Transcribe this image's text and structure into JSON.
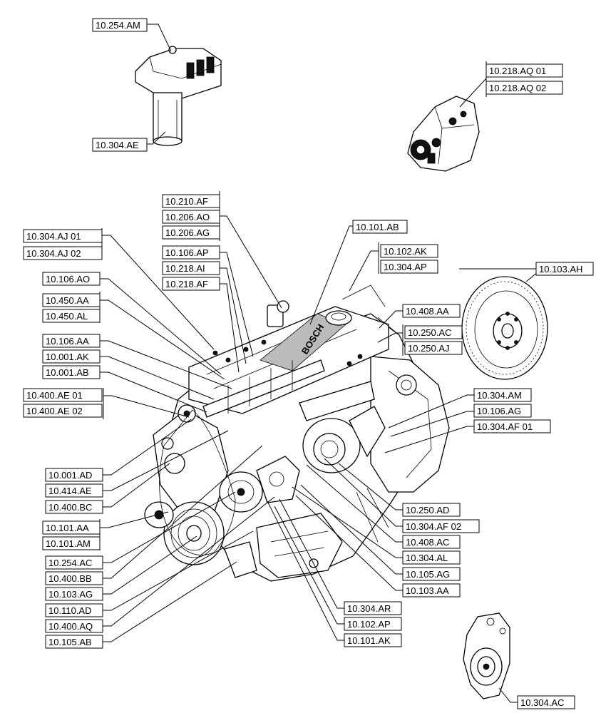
{
  "labels": [
    {
      "id": "lbl-10-254-am",
      "text": "10.254.AM"
    },
    {
      "id": "lbl-10-304-ae",
      "text": "10.304.AE"
    },
    {
      "id": "lbl-10-218-aq-01",
      "text": "10.218.AQ 01"
    },
    {
      "id": "lbl-10-218-aq-02",
      "text": "10.218.AQ 02"
    },
    {
      "id": "lbl-10-210-af",
      "text": "10.210.AF"
    },
    {
      "id": "lbl-10-206-ao",
      "text": "10.206.AO"
    },
    {
      "id": "lbl-10-206-ag",
      "text": "10.206.AG"
    },
    {
      "id": "lbl-10-101-ab",
      "text": "10.101.AB"
    },
    {
      "id": "lbl-10-304-aj-01",
      "text": "10.304.AJ 01"
    },
    {
      "id": "lbl-10-304-aj-02",
      "text": "10.304.AJ 02"
    },
    {
      "id": "lbl-10-106-ap",
      "text": "10.106.AP"
    },
    {
      "id": "lbl-10-102-ak",
      "text": "10.102.AK"
    },
    {
      "id": "lbl-10-304-ap",
      "text": "10.304.AP"
    },
    {
      "id": "lbl-10-218-ai",
      "text": "10.218.AI"
    },
    {
      "id": "lbl-10-103-ah",
      "text": "10.103.AH"
    },
    {
      "id": "lbl-10-106-ao",
      "text": "10.106.AO"
    },
    {
      "id": "lbl-10-218-af",
      "text": "10.218.AF"
    },
    {
      "id": "lbl-10-450-aa",
      "text": "10.450.AA"
    },
    {
      "id": "lbl-10-408-aa",
      "text": "10.408.AA"
    },
    {
      "id": "lbl-10-450-al",
      "text": "10.450.AL"
    },
    {
      "id": "lbl-10-250-ac",
      "text": "10.250.AC"
    },
    {
      "id": "lbl-10-106-aa",
      "text": "10.106.AA"
    },
    {
      "id": "lbl-10-250-aj",
      "text": "10.250.AJ"
    },
    {
      "id": "lbl-10-001-ak",
      "text": "10.001.AK"
    },
    {
      "id": "lbl-10-001-ab",
      "text": "10.001.AB"
    },
    {
      "id": "lbl-10-400-ae-01",
      "text": "10.400.AE 01"
    },
    {
      "id": "lbl-10-304-am",
      "text": "10.304.AM"
    },
    {
      "id": "lbl-10-400-ae-02",
      "text": "10.400.AE 02"
    },
    {
      "id": "lbl-10-106-ag",
      "text": "10.106.AG"
    },
    {
      "id": "lbl-10-304-af-01",
      "text": "10.304.AF 01"
    },
    {
      "id": "lbl-10-001-ad",
      "text": "10.001.AD"
    },
    {
      "id": "lbl-10-414-ae",
      "text": "10.414.AE"
    },
    {
      "id": "lbl-10-400-bc",
      "text": "10.400.BC"
    },
    {
      "id": "lbl-10-250-ad",
      "text": "10.250.AD"
    },
    {
      "id": "lbl-10-101-aa",
      "text": "10.101.AA"
    },
    {
      "id": "lbl-10-304-af-02",
      "text": "10.304.AF 02"
    },
    {
      "id": "lbl-10-101-am",
      "text": "10.101.AM"
    },
    {
      "id": "lbl-10-408-ac",
      "text": "10.408.AC"
    },
    {
      "id": "lbl-10-254-ac",
      "text": "10.254.AC"
    },
    {
      "id": "lbl-10-304-al",
      "text": "10.304.AL"
    },
    {
      "id": "lbl-10-400-bb",
      "text": "10.400.BB"
    },
    {
      "id": "lbl-10-105-ag",
      "text": "10.105.AG"
    },
    {
      "id": "lbl-10-103-ag",
      "text": "10.103.AG"
    },
    {
      "id": "lbl-10-103-aa",
      "text": "10.103.AA"
    },
    {
      "id": "lbl-10-110-ad",
      "text": "10.110.AD"
    },
    {
      "id": "lbl-10-304-ar",
      "text": "10.304.AR"
    },
    {
      "id": "lbl-10-400-aq",
      "text": "10.400.AQ"
    },
    {
      "id": "lbl-10-102-ap",
      "text": "10.102.AP"
    },
    {
      "id": "lbl-10-105-ab",
      "text": "10.105.AB"
    },
    {
      "id": "lbl-10-101-ak",
      "text": "10.101.AK"
    },
    {
      "id": "lbl-10-304-ac",
      "text": "10.304.AC"
    }
  ],
  "engine_brand": "BOSCH"
}
